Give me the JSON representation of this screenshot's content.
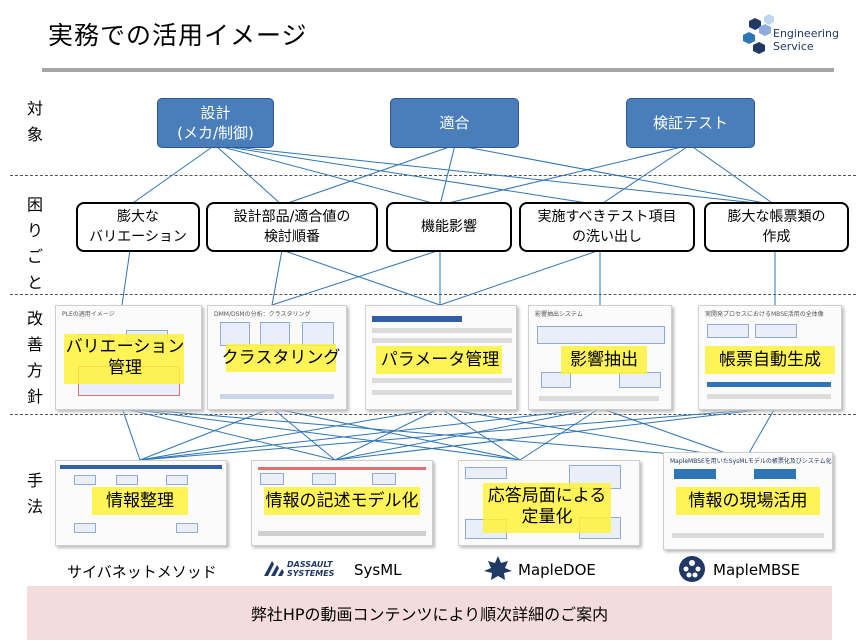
{
  "header": {
    "title": "実務での活用イメージ",
    "logo_text": "Engineering\nService"
  },
  "sections": {
    "targets": "対象",
    "problems": "困りごと",
    "policies": "改善方針",
    "methods": "手法"
  },
  "targets": [
    "設計\n(メカ/制御)",
    "適合",
    "検証テスト"
  ],
  "problems": [
    "膨大な\nバリエーション",
    "設計部品/適合値の\n検討順番",
    "機能影響",
    "実施すべきテスト項目\nの洗い出し",
    "膨大な帳票類の\n作成"
  ],
  "policies": [
    "バリエーション\n管理",
    "クラスタリング",
    "パラメータ管理",
    "影響抽出",
    "帳票自動生成"
  ],
  "policy_thumb_titles": [
    "PLEの適用イメージ",
    "DMM/DSMの分析：クラスタリング",
    "",
    "影響抽出システム",
    "実開発プロセスにおけるMBSE活用の全体像"
  ],
  "methods": [
    "情報整理",
    "情報の記述モデル化",
    "応答局面による\n定量化",
    "情報の現場活用"
  ],
  "method_thumb_titles": [
    "",
    "",
    "",
    "MapleMBSEを用いたSysMLモデルの帳票化及びシステム化"
  ],
  "brands": [
    "サイバネットメソッド",
    "SysML",
    "MapleDOE",
    "MapleMBSE"
  ],
  "dassault_text": "DASSAULT\nSYSTEMES",
  "footer": "弊社HPの動画コンテンツにより順次詳細のご案内",
  "colors": {
    "target_fill": "#4a7ebb",
    "highlight": "#fff23a",
    "footer_bg": "#f4dcdc",
    "line": "#2e75b6"
  }
}
